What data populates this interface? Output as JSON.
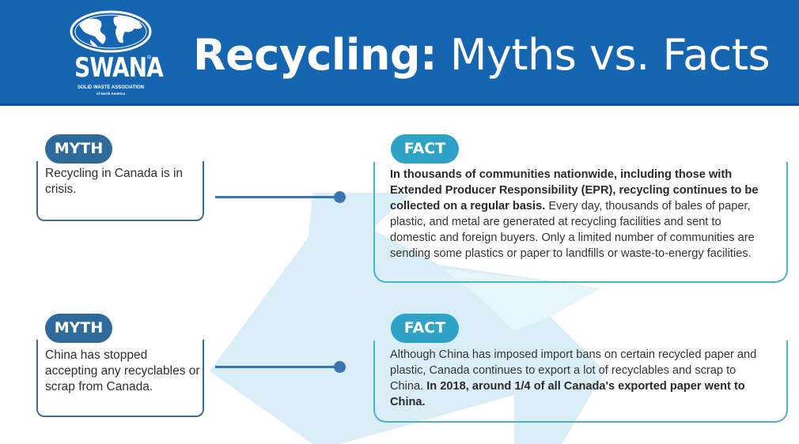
{
  "header": {
    "background_color": "#1565b0",
    "logo": {
      "icon": "globe-icon",
      "name": "SWANA",
      "registered_mark": "®",
      "subtitle": "SOLID WASTE ASSOCIATION",
      "subtitle2": "of North America"
    },
    "title_bold": "Recycling:",
    "title_light": "Myths vs. Facts"
  },
  "rows": [
    {
      "myth": {
        "label": "MYTH",
        "text": "Recycling in Canada is in crisis."
      },
      "fact": {
        "label": "FACT",
        "text_bold": "In thousands of communities nationwide, including those with Extended Producer Responsibility (EPR), recycling continues to be collected on a regular basis.",
        "text_regular": " Every day, thousands of bales of paper, plastic, and metal are generated at recycling facilities and sent to domestic and foreign buyers. Only a limited number of communities are sending some plastics or paper to landfills or waste-to-energy facilities."
      }
    },
    {
      "myth": {
        "label": "MYTH",
        "text": "China has stopped accepting any recyclables or scrap from Canada."
      },
      "fact": {
        "label": "FACT",
        "text_regular": "Although China has imposed import bans on certain recycled paper and plastic, Canada continues to export a lot of recyclables and scrap to China. ",
        "text_bold": "In 2018, around 1/4 of all Canada's exported paper went to China."
      }
    }
  ],
  "colors": {
    "myth_pill": "#2f6b9a",
    "fact_pill": "#2fa3c7",
    "myth_border": "#3a6d93",
    "fact_border": "#4bb3c8",
    "connector": "#3a74b3",
    "background_arrow": "#d4ebf7"
  }
}
